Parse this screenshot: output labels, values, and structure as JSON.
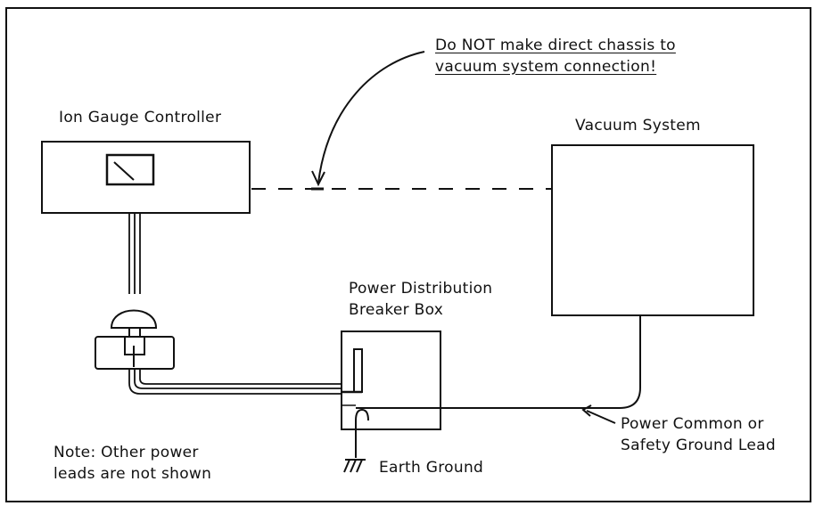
{
  "warning": {
    "line1": "Do NOT make direct chassis to",
    "line2": "vacuum system connection!"
  },
  "controller": {
    "label": "Ion Gauge Controller"
  },
  "vacuum": {
    "label": "Vacuum System"
  },
  "breaker": {
    "line1": "Power Distribution",
    "line2": "Breaker Box"
  },
  "ground_lead": {
    "line1": "Power Common or",
    "line2": "Safety Ground Lead"
  },
  "earth": {
    "label": "Earth Ground"
  },
  "note": {
    "line1": "Note: Other power",
    "line2": "leads are not shown"
  },
  "colors": {
    "ink": "#111111",
    "background": "#ffffff"
  }
}
